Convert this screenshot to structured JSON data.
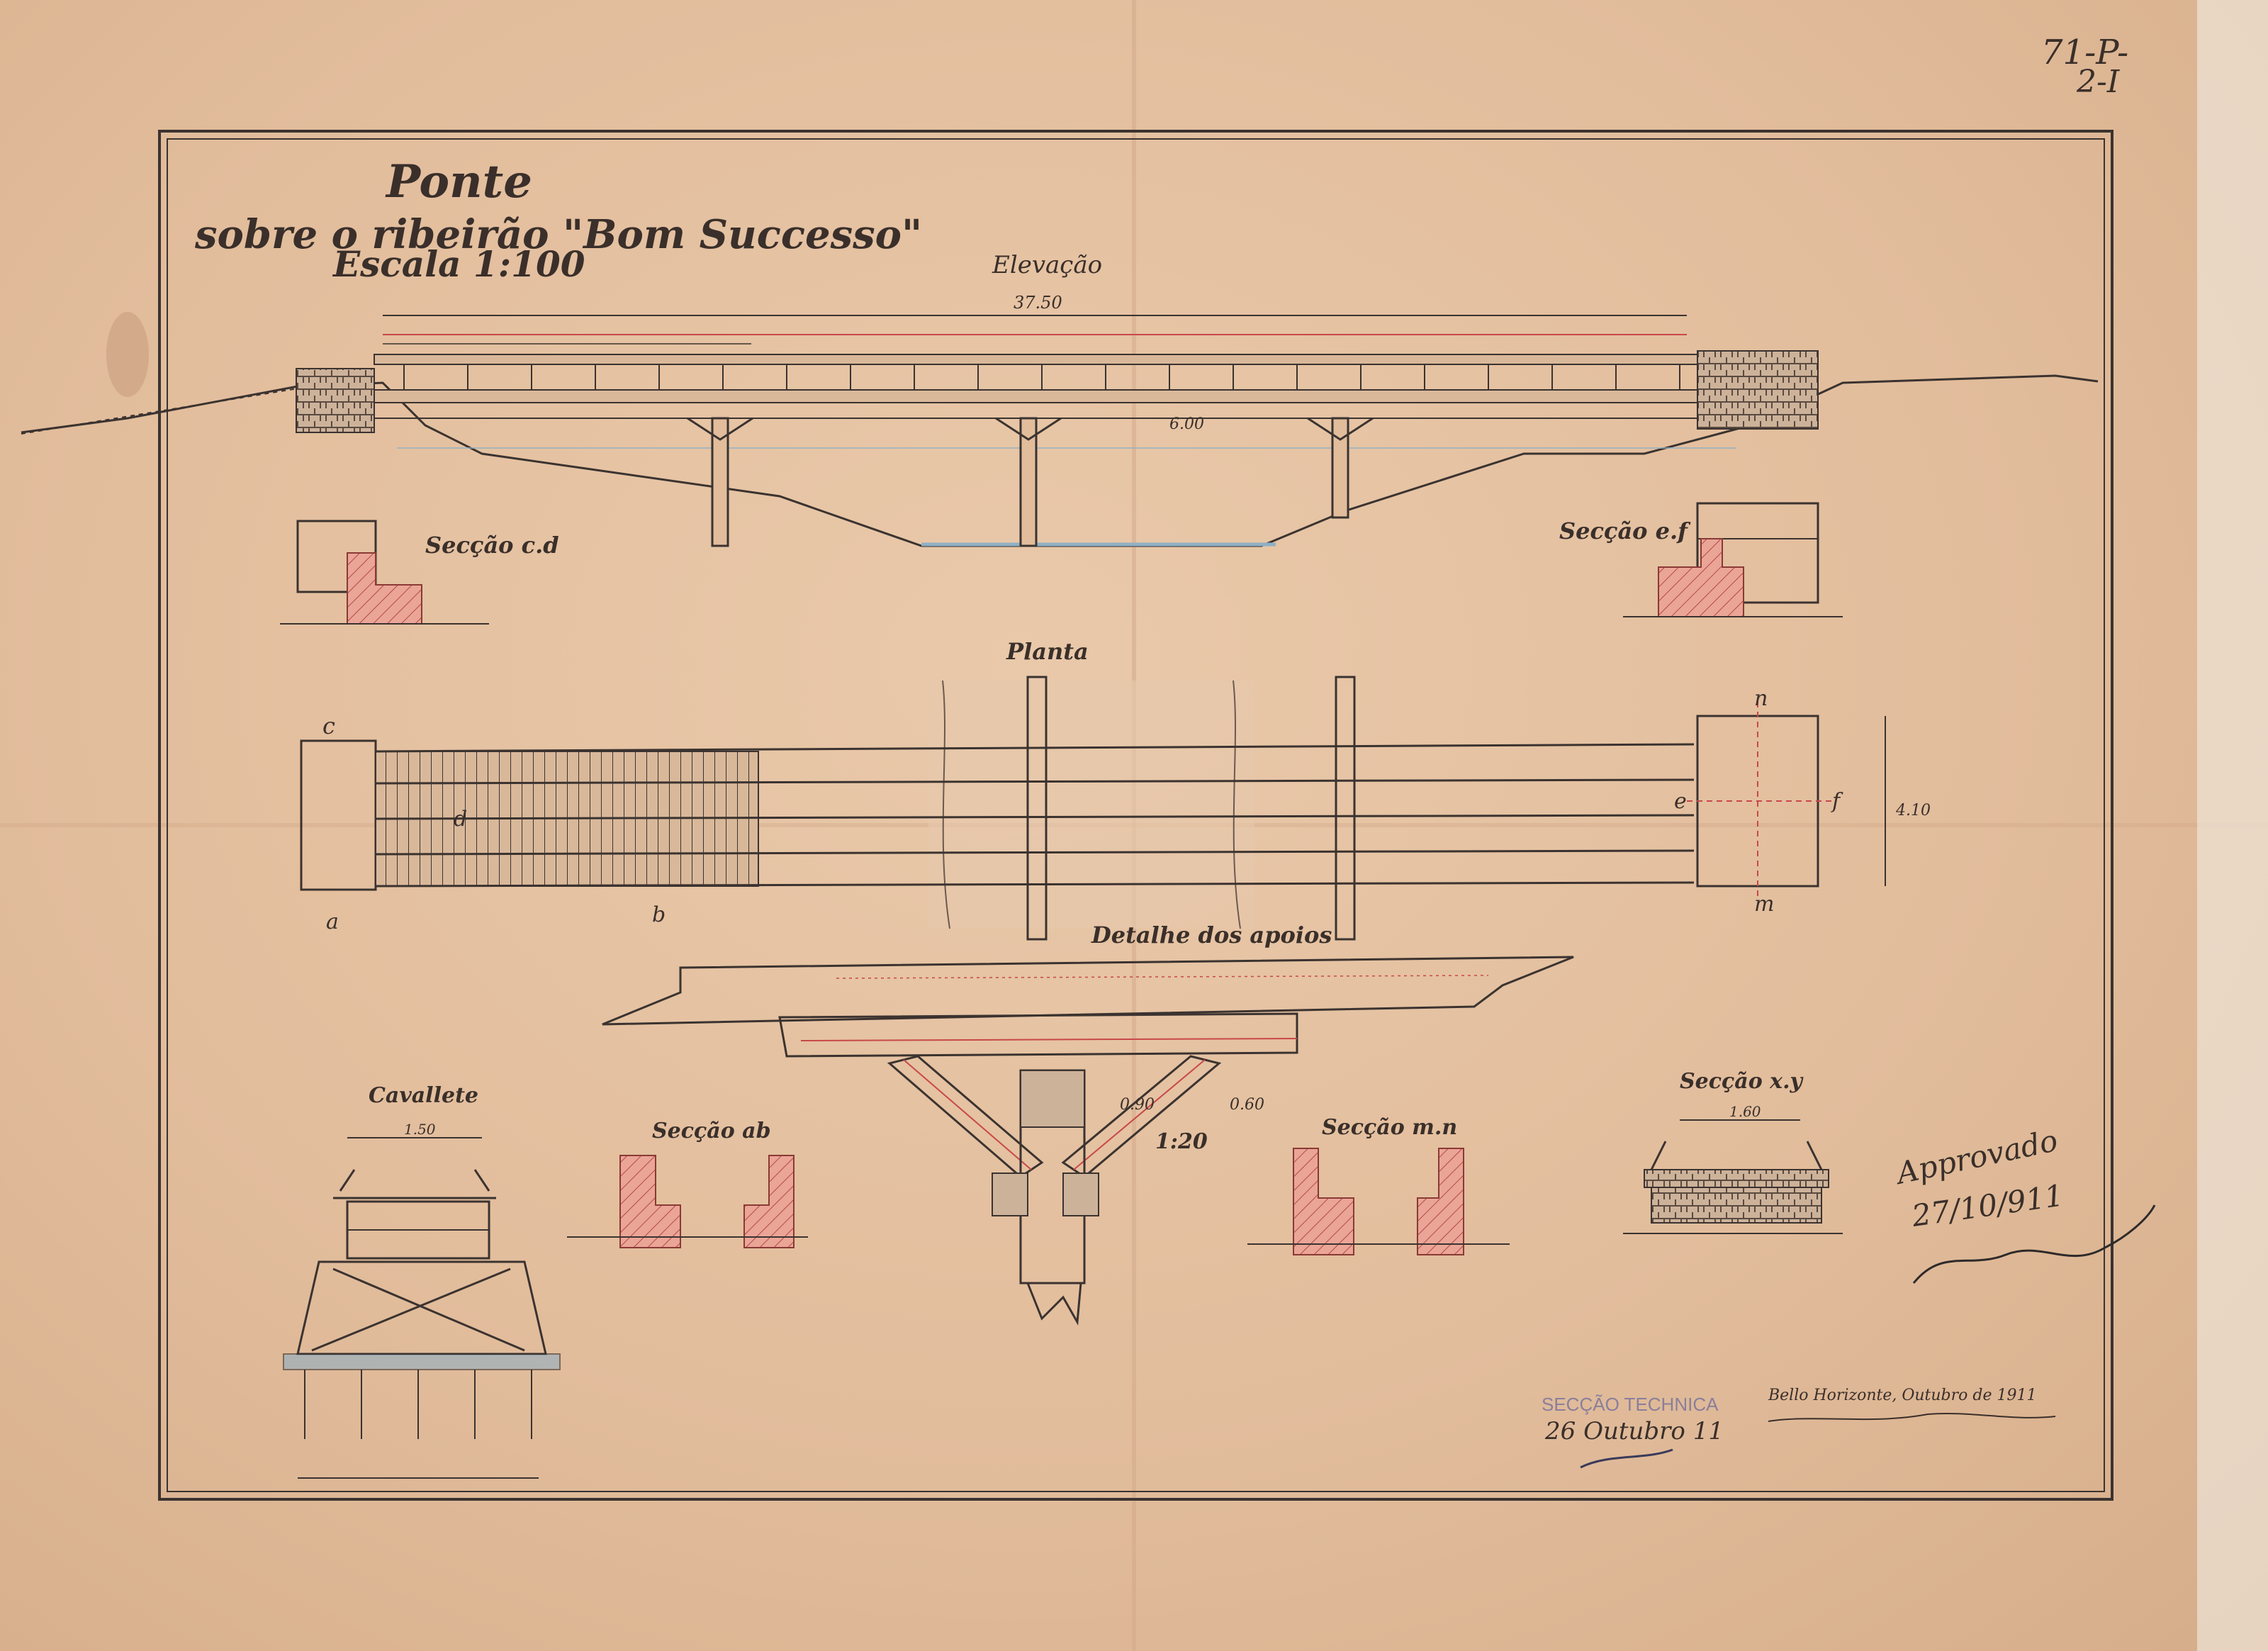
{
  "drawing": {
    "title": "Ponte",
    "subtitle": "sobre o ribeirão \"Bom Successo\"",
    "scale": "Escala 1:100",
    "archive_code_line1": "71-P-",
    "archive_code_line2": "2-I"
  },
  "views": {
    "elevation": "Elevação",
    "section_cd": "Secção c.d",
    "section_ef": "Secção e.f",
    "plan": "Planta",
    "support_detail": "Detalhe dos apoios",
    "detail_scale": "1:20",
    "trestle": "Cavallete",
    "section_ab": "Secção ab",
    "section_mn": "Secção m.n",
    "section_xy": "Secção x.y"
  },
  "dimensions": {
    "total_length": "37.50",
    "span_middle": "6.00",
    "detail_a": "0.90",
    "detail_b": "0.60",
    "trestle_width": "1.50",
    "section_xy_width": "1.60",
    "plan_width": "4.10"
  },
  "plan_letters": {
    "c": "c",
    "d": "d",
    "a": "a",
    "b": "b",
    "e": "e",
    "f": "f",
    "m": "m",
    "n": "n"
  },
  "approval": {
    "line1": "Approvado",
    "date": "27/10/911"
  },
  "stamp": {
    "office": "SECÇÃO TECHNICA",
    "date": "26 Outubro 11"
  },
  "notes": {
    "place_date": "Bello Horizonte, Outubro de 1911"
  },
  "colors": {
    "paper": "#e2bd9c",
    "ink": "#3b3330",
    "red_line": "#c8484a",
    "masonry_hatch": "#e59a90",
    "water_blue": "#8fb0c4"
  }
}
